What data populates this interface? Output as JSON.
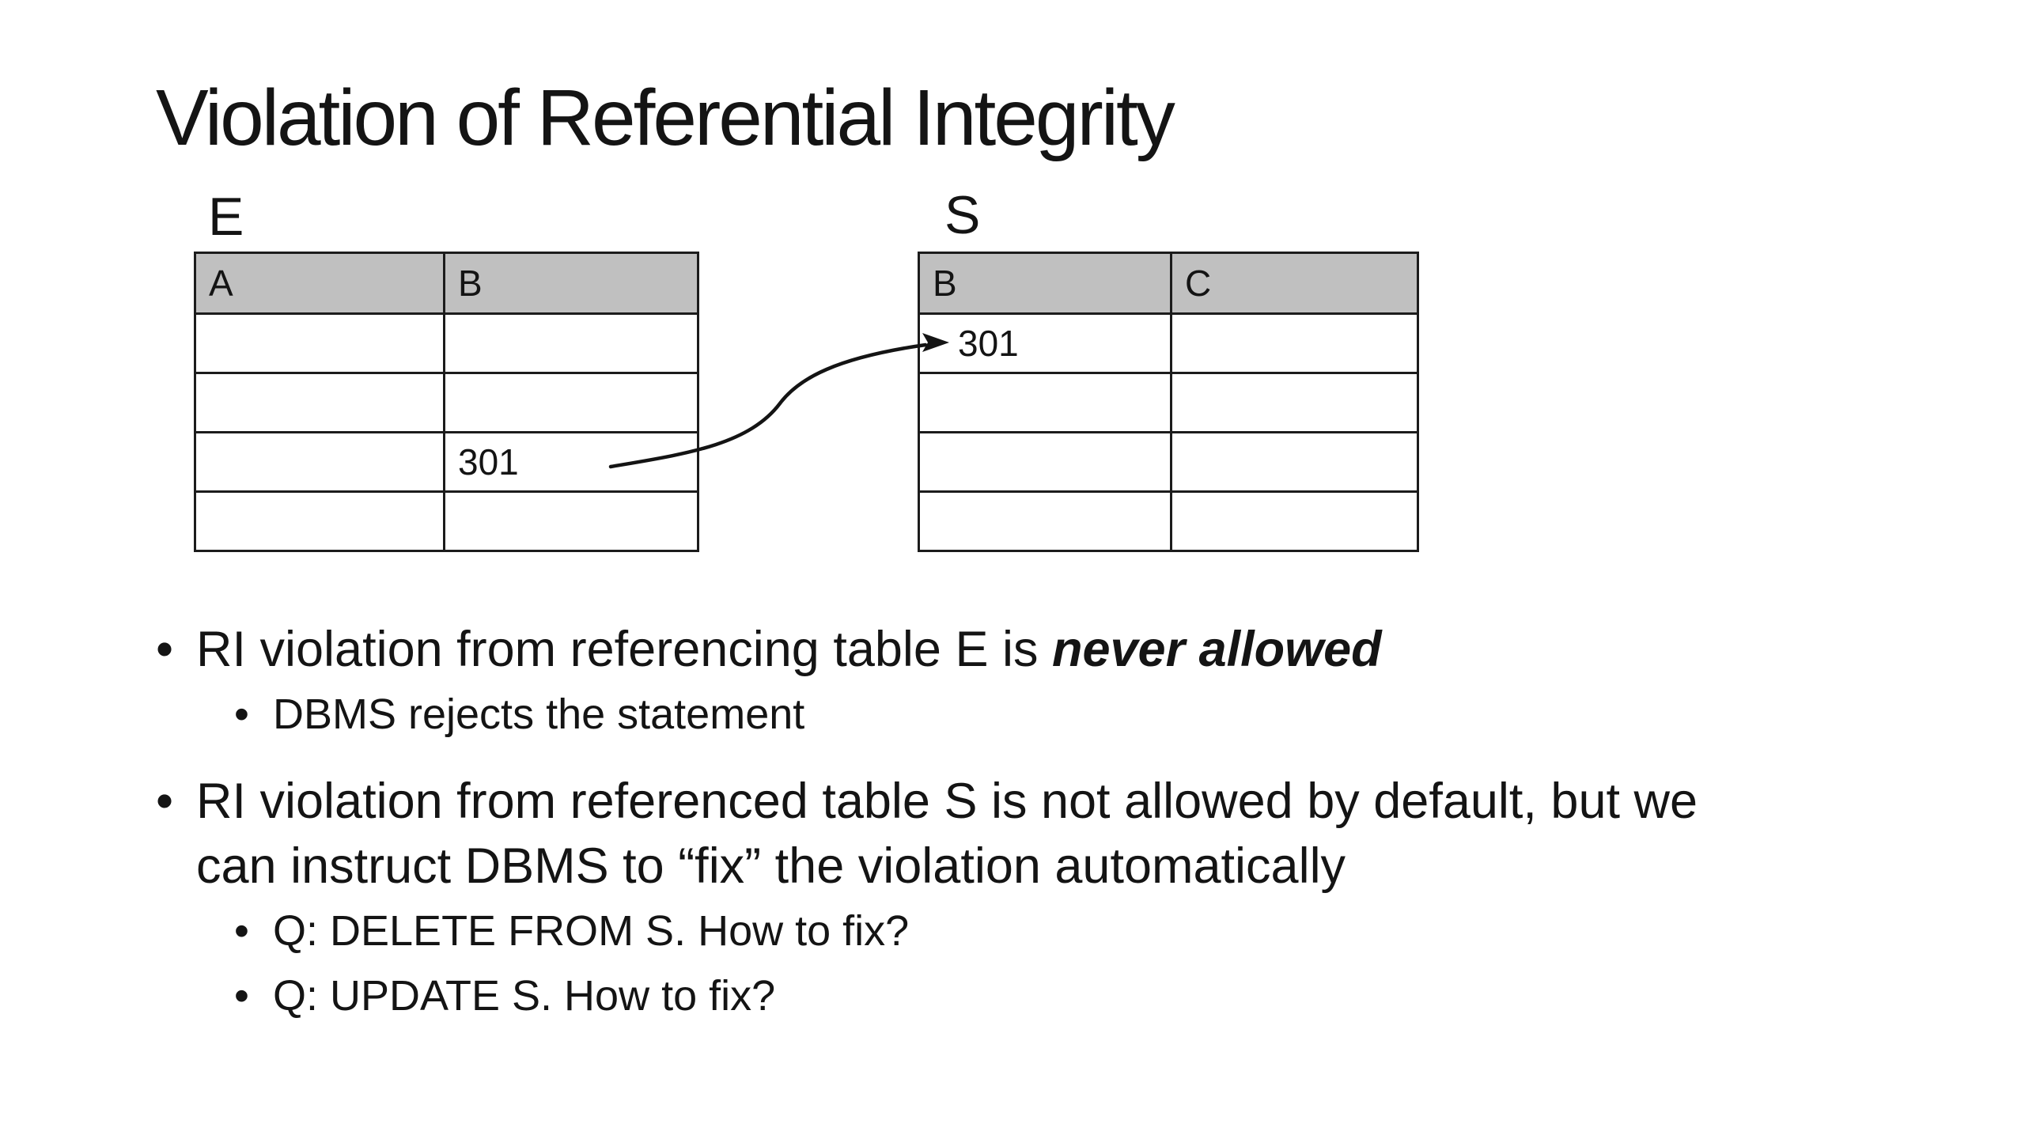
{
  "slide": {
    "title": "Violation of Referential Integrity",
    "background_color": "#ffffff",
    "text_color": "#141414",
    "table_header_fill": "#c0c0c0",
    "table_border_color": "#1c1c1c"
  },
  "tables": {
    "e": {
      "label": "E",
      "columns": [
        "A",
        "B"
      ],
      "rows": [
        [
          "",
          ""
        ],
        [
          "",
          ""
        ],
        [
          "",
          "301"
        ],
        [
          "",
          ""
        ]
      ]
    },
    "s": {
      "label": "S",
      "columns": [
        "B",
        "C"
      ],
      "rows": [
        [
          "301",
          ""
        ],
        [
          "",
          ""
        ],
        [
          "",
          ""
        ],
        [
          "",
          ""
        ]
      ]
    }
  },
  "arrow": {
    "description": "curved arrow from value 301 in table E column B to value 301 in table S column B"
  },
  "bullets": [
    {
      "level": 1,
      "marker": "•",
      "lines": [
        [
          {
            "text": "RI violation from referencing table E is "
          },
          {
            "text": "never allowed",
            "emphasis": true
          }
        ]
      ]
    },
    {
      "level": 2,
      "marker": "•",
      "lines": [
        [
          {
            "text": "DBMS rejects the statement"
          }
        ]
      ]
    },
    {
      "level": 1,
      "marker": "•",
      "lines": [
        [
          {
            "text": "RI violation from referenced table S is not allowed by default, but we"
          }
        ],
        [
          {
            "text": "can instruct DBMS to “fix” the violation automatically"
          }
        ]
      ]
    },
    {
      "level": 2,
      "marker": "•",
      "lines": [
        [
          {
            "text": "Q: DELETE FROM S. How to fix?"
          }
        ]
      ]
    },
    {
      "level": 2,
      "marker": "•",
      "lines": [
        [
          {
            "text": "Q: UPDATE S. How to fix?"
          }
        ]
      ]
    }
  ]
}
